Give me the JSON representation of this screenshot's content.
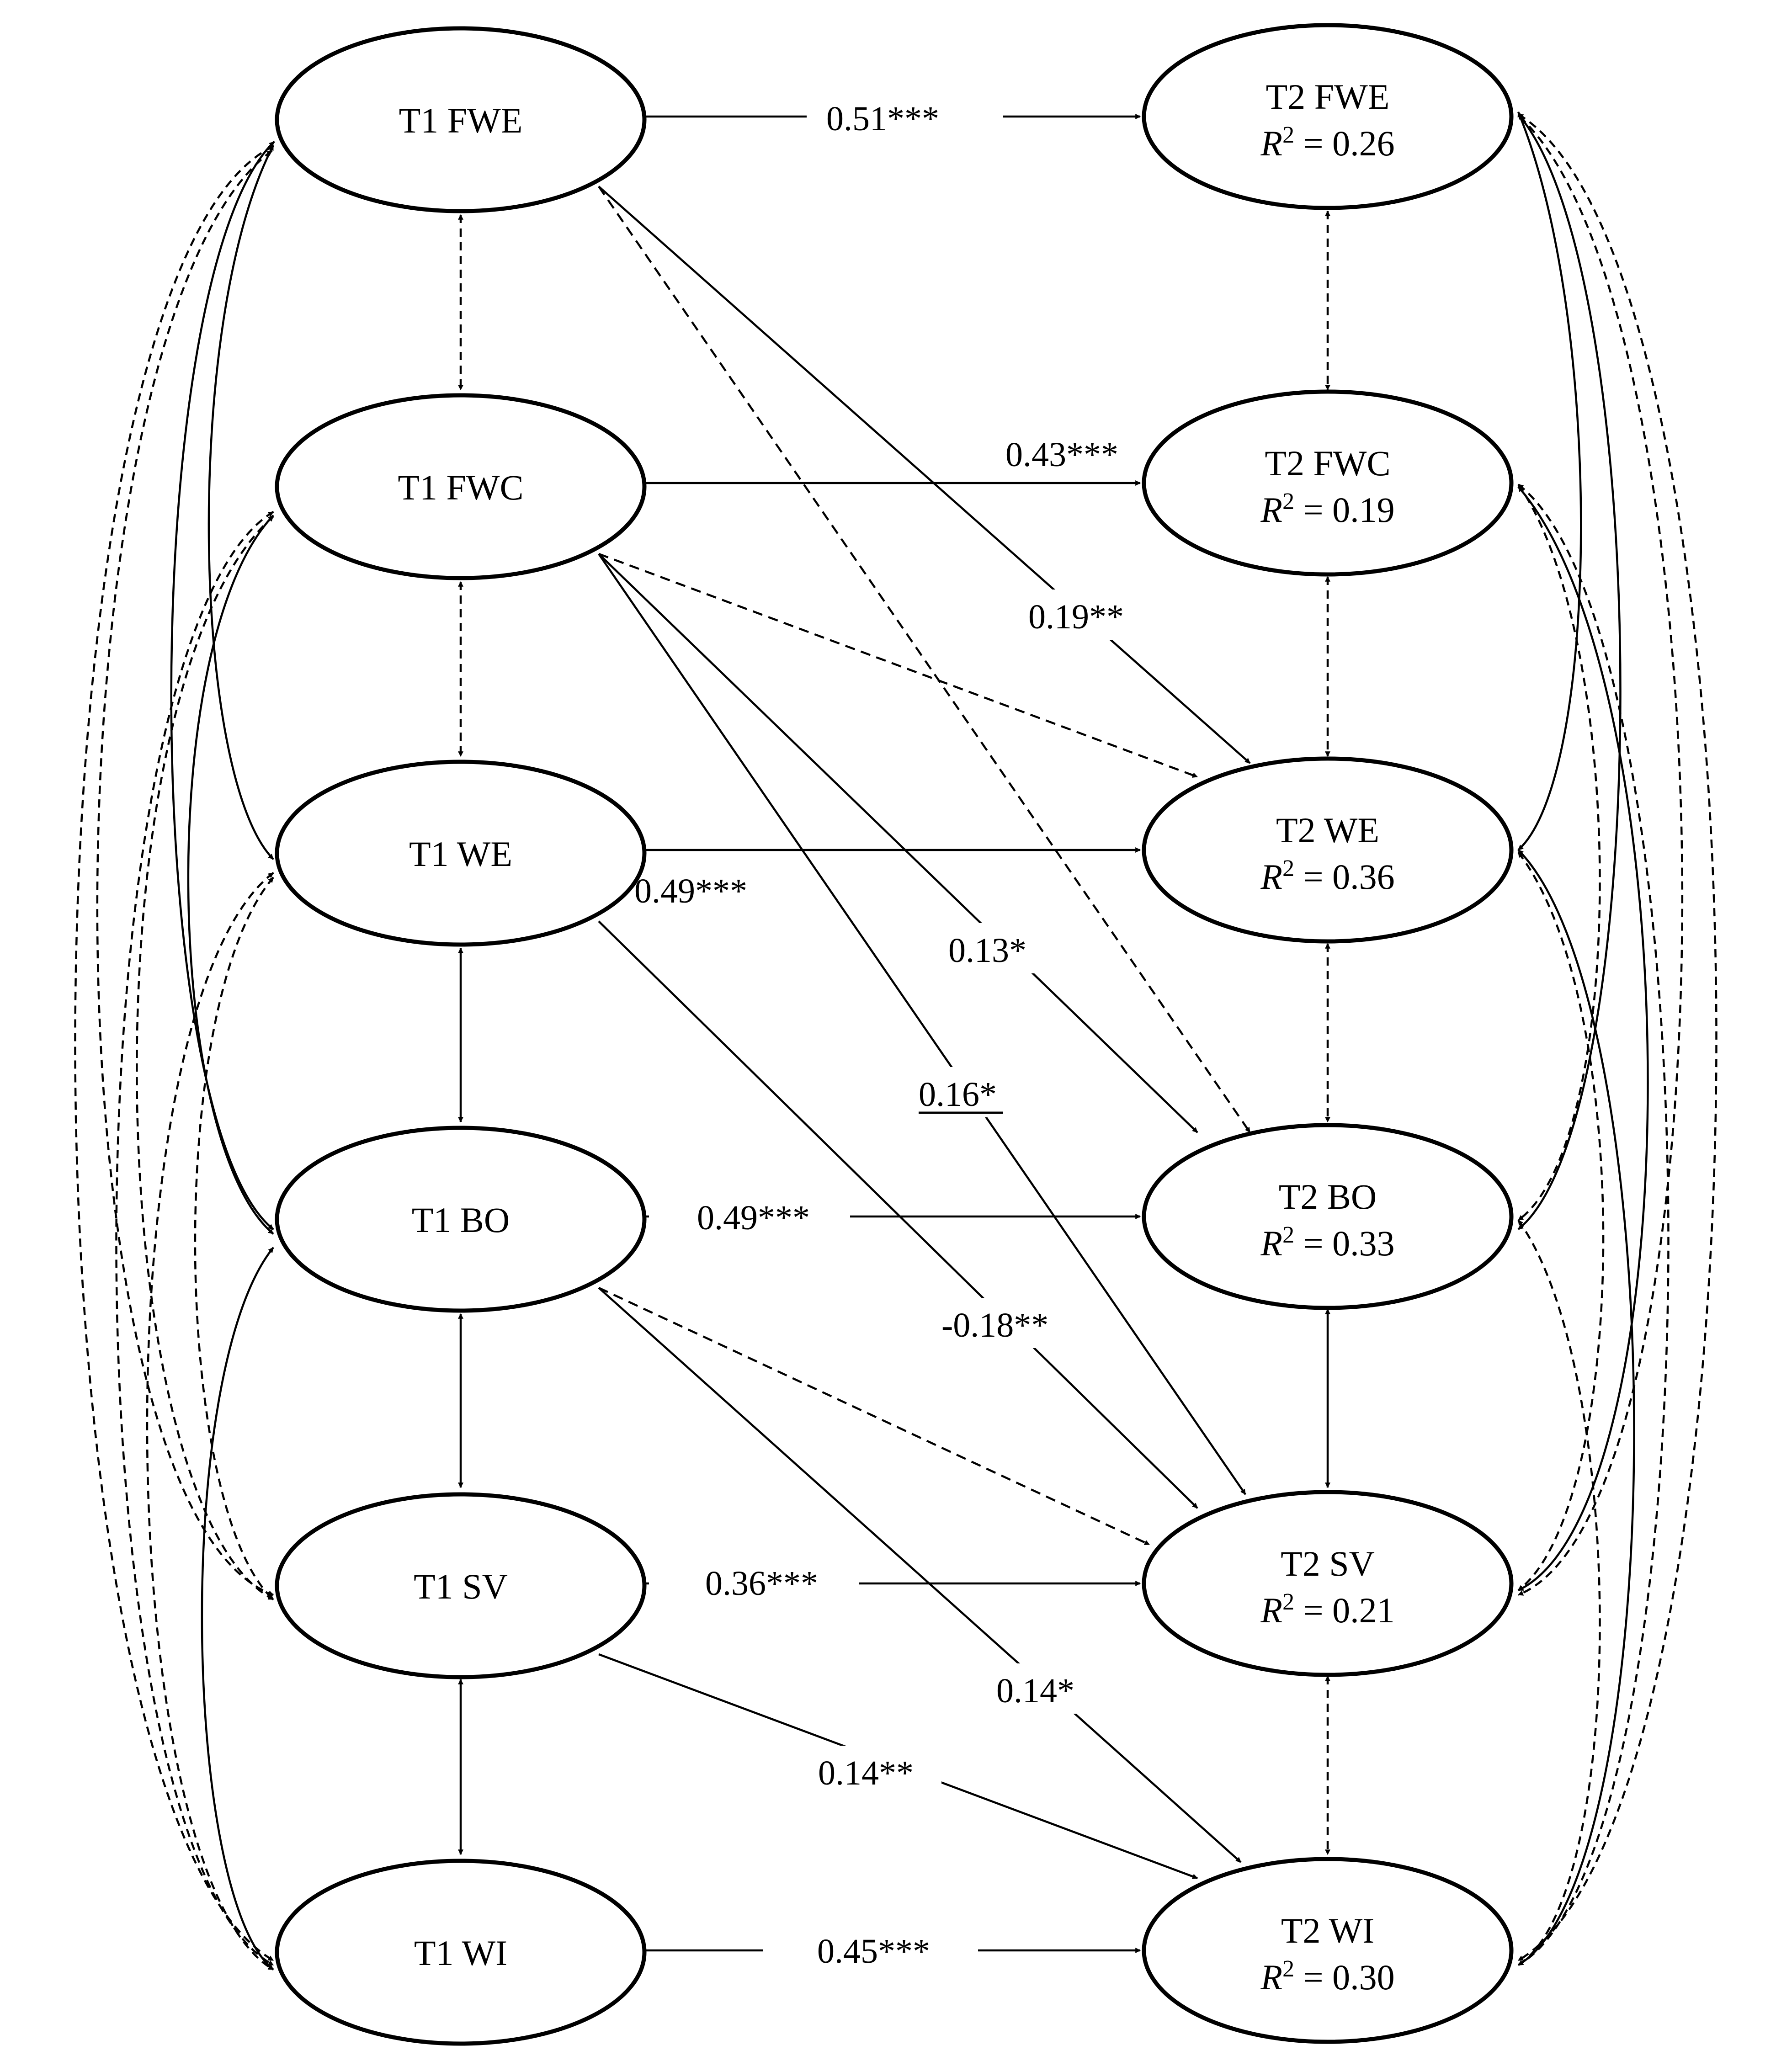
{
  "t1_nodes": [
    {
      "label": "T1 FWE"
    },
    {
      "label": "T1 FWC"
    },
    {
      "label": "T1 WE"
    },
    {
      "label": "T1 BO"
    },
    {
      "label": "T1 SV"
    },
    {
      "label": "T1 WI"
    }
  ],
  "t2_nodes": [
    {
      "label": "T2 FWE",
      "r2_symbol": "R",
      "r2_sup": "2",
      "r2_value": " = 0.26"
    },
    {
      "label": "T2 FWC",
      "r2_symbol": "R",
      "r2_sup": "2",
      "r2_value": " = 0.19"
    },
    {
      "label": "T2 WE",
      "r2_symbol": "R",
      "r2_sup": "2",
      "r2_value": " = 0.36"
    },
    {
      "label": "T2 BO",
      "r2_symbol": "R",
      "r2_sup": "2",
      "r2_value": " = 0.33"
    },
    {
      "label": "T2 SV",
      "r2_symbol": "R",
      "r2_sup": "2",
      "r2_value": " = 0.21"
    },
    {
      "label": "T2 WI",
      "r2_symbol": "R",
      "r2_sup": "2",
      "r2_value": " = 0.30"
    }
  ],
  "paths": [
    {
      "from": "T1 FWE",
      "to": "T2 FWE",
      "coef": "0.51***",
      "style": "solid"
    },
    {
      "from": "T1 FWC",
      "to": "T2 FWC",
      "coef": "0.43***",
      "style": "solid"
    },
    {
      "from": "T1 WE",
      "to": "T2 WE",
      "coef": "0.49***",
      "style": "solid"
    },
    {
      "from": "T1 BO",
      "to": "T2 BO",
      "coef": "0.49***",
      "style": "solid"
    },
    {
      "from": "T1 SV",
      "to": "T2 SV",
      "coef": "0.36***",
      "style": "solid"
    },
    {
      "from": "T1 WI",
      "to": "T2 WI",
      "coef": "0.45***",
      "style": "solid"
    },
    {
      "from": "T1 FWE",
      "to": "T2 WE",
      "coef": "0.19**",
      "style": "solid"
    },
    {
      "from": "T1 FWC",
      "to": "T2 BO",
      "coef": "0.13*",
      "style": "solid"
    },
    {
      "from": "T1 FWC",
      "to": "T2 SV",
      "coef": "0.16*",
      "style": "solid",
      "underline": true
    },
    {
      "from": "T1 WE",
      "to": "T2 SV",
      "coef": "-0.18**",
      "style": "solid"
    },
    {
      "from": "T1 BO",
      "to": "T2 WI",
      "coef": "0.14*",
      "style": "solid"
    },
    {
      "from": "T1 SV",
      "to": "T2 WI",
      "coef": "0.14**",
      "style": "solid"
    },
    {
      "from": "T1 FWE",
      "to": "T2 BO",
      "coef": "",
      "style": "dashed"
    },
    {
      "from": "T1 FWC",
      "to": "T2 WE",
      "coef": "",
      "style": "dashed"
    },
    {
      "from": "T1 BO",
      "to": "T2 SV",
      "coef": "",
      "style": "dashed"
    }
  ],
  "adjacent_covariances": {
    "t1": [
      "dashed",
      "dashed",
      "solid",
      "solid",
      "solid"
    ],
    "t2": [
      "dashed",
      "dashed",
      "dashed",
      "solid",
      "dashed"
    ]
  }
}
